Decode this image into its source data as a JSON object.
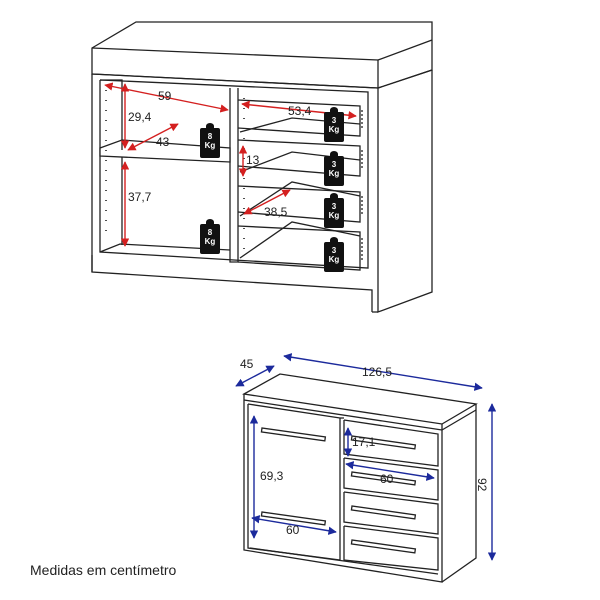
{
  "top_view": {
    "dim_width_left": "59",
    "dim_width_right": "53,4",
    "dim_height_top": "29,4",
    "dim_depth_shelf": "43",
    "dim_height_bottom": "37,7",
    "dim_drawer_height": "13",
    "dim_drawer_depth": "38,5",
    "weights": [
      {
        "num": "8",
        "unit": "Kg"
      },
      {
        "num": "8",
        "unit": "Kg"
      },
      {
        "num": "3",
        "unit": "Kg"
      },
      {
        "num": "3",
        "unit": "Kg"
      },
      {
        "num": "3",
        "unit": "Kg"
      },
      {
        "num": "3",
        "unit": "Kg"
      }
    ],
    "arrow_color": "#d42020"
  },
  "bottom_view": {
    "dim_depth": "45",
    "dim_width": "126,5",
    "dim_height": "92",
    "dim_door_height": "69,3",
    "dim_drawer_height": "17,1",
    "dim_drawer_width": "60",
    "dim_door_width": "60",
    "arrow_color": "#1c2a9c"
  },
  "caption": "Medidas em centímetro"
}
